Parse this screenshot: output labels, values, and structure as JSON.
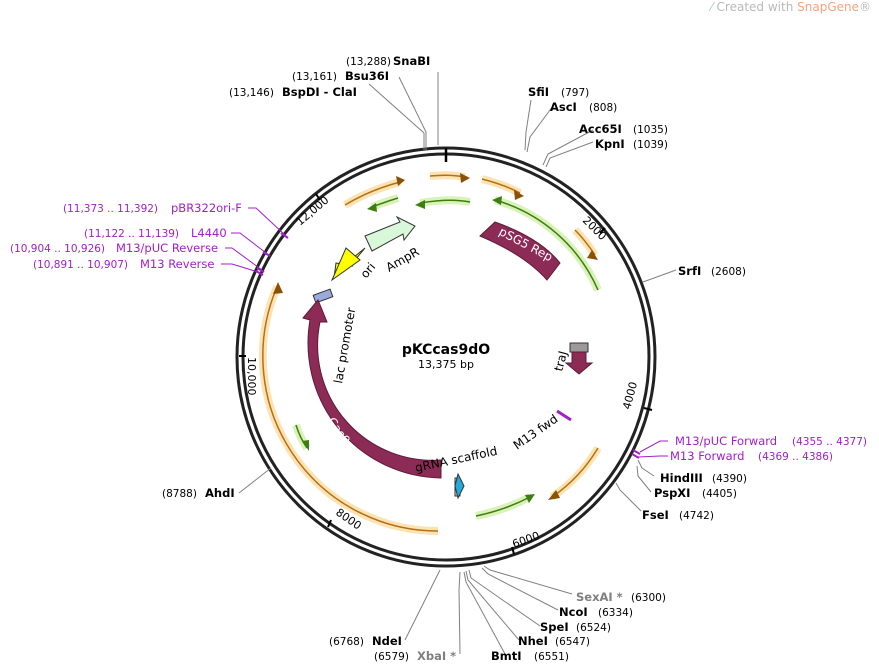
{
  "watermark": {
    "prefix": "Created with ",
    "brand": "SnapGene",
    "suffix": "®"
  },
  "plasmid": {
    "name": "pKCcas9dO",
    "size": "13,375 bp"
  },
  "ticks": [
    "2000",
    "4000",
    "6000",
    "8000",
    "10,000",
    "12,000"
  ],
  "sites": [
    {
      "name": "SnaBI",
      "pos": "(13,288)"
    },
    {
      "name": "Bsu36I",
      "pos": "(13,161)"
    },
    {
      "name": "BspDI - ClaI",
      "pos": "(13,146)"
    },
    {
      "name": "SfiI",
      "pos": "(797)"
    },
    {
      "name": "AscI",
      "pos": "(808)"
    },
    {
      "name": "Acc65I",
      "pos": "(1035)"
    },
    {
      "name": "KpnI",
      "pos": "(1039)"
    },
    {
      "name": "SrfI",
      "pos": "(2608)"
    },
    {
      "name": "HindIII",
      "pos": "(4390)"
    },
    {
      "name": "PspXI",
      "pos": "(4405)"
    },
    {
      "name": "FseI",
      "pos": "(4742)"
    },
    {
      "name": "SexAI *",
      "pos": "(6300)"
    },
    {
      "name": "NcoI",
      "pos": "(6334)"
    },
    {
      "name": "SpeI",
      "pos": "(6524)"
    },
    {
      "name": "NheI",
      "pos": "(6547)"
    },
    {
      "name": "BmtI",
      "pos": "(6551)"
    },
    {
      "name": "XbaI *",
      "pos": "(6579)"
    },
    {
      "name": "NdeI",
      "pos": "(6768)"
    },
    {
      "name": "AhdI",
      "pos": "(8788)"
    }
  ],
  "primers": [
    {
      "name": "pBR322ori-F",
      "range": "(11,373 .. 11,392)"
    },
    {
      "name": "L4440",
      "range": "(11,122 .. 11,139)"
    },
    {
      "name": "M13/pUC Reverse",
      "range": "(10,904 .. 10,926)"
    },
    {
      "name": "M13 Reverse",
      "range": "(10,891 .. 10,907)"
    },
    {
      "name": "M13/pUC Forward",
      "range": "(4355 .. 4377)"
    },
    {
      "name": "M13 Forward",
      "range": "(4369 .. 4386)"
    }
  ],
  "features": {
    "pSG5_Rep": "pSG5 Rep",
    "AmpR": "AmpR",
    "ori": "ori",
    "traJ": "traJ",
    "M13_fwd": "M13 fwd",
    "lac_promoter": "lac promoter",
    "Cas9": "Cas9",
    "gRNA_scaffold": "gRNA scaffold"
  },
  "colors": {
    "orf": "#e8a23b",
    "orf_fill": "#fce3b3",
    "green_arrow": "#5aa51e",
    "green_fill": "#d8f2b8",
    "maroon": "#8d2b57",
    "primer": "#a020c8",
    "ampr_fill": "#d9f8d9",
    "ori_fill": "#ffff00"
  }
}
